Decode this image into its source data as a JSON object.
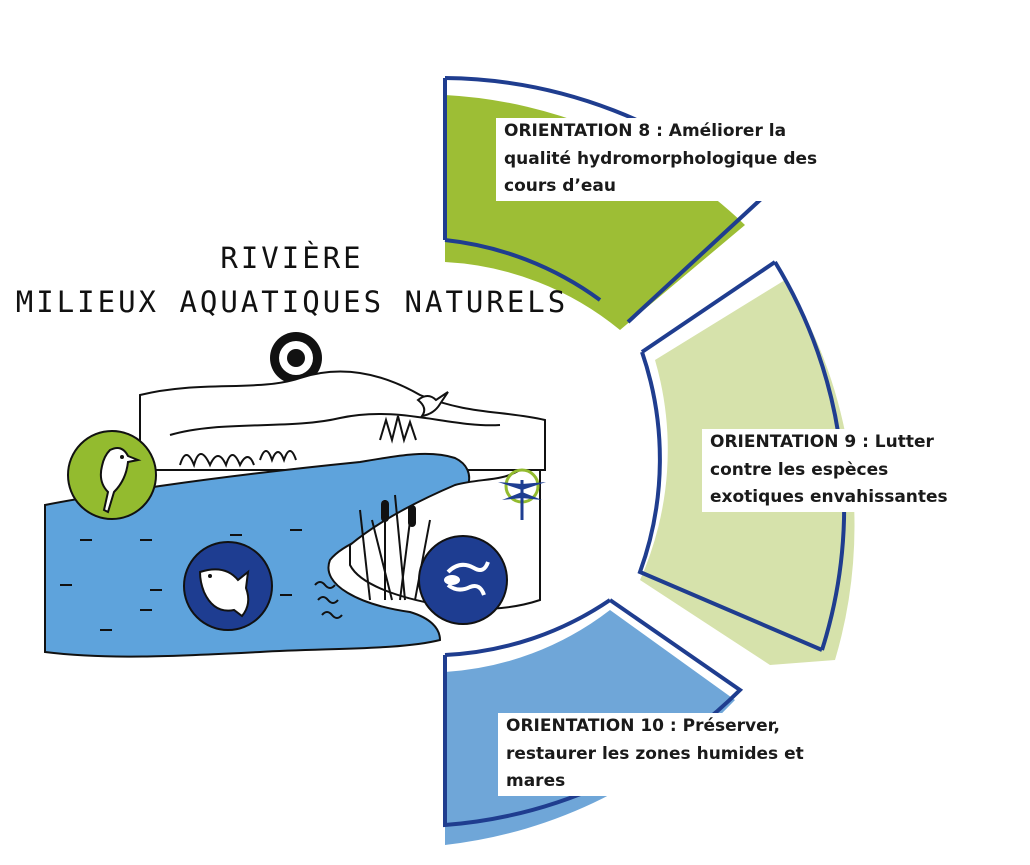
{
  "title": {
    "line1": "RIVIÈRE",
    "line2": "MILIEUX AQUATIQUES NATURELS"
  },
  "colors": {
    "green": "#9dbe35",
    "light_green": "#d6e2ab",
    "blue": "#6fa6d8",
    "outline": "#1f3d8f",
    "water": "#5ea3dc",
    "badge_green": "#93bb2f",
    "badge_navy": "#1e3d91"
  },
  "icons": [
    "target-icon",
    "kingfisher-icon",
    "fish-icon",
    "crayfish-icon",
    "dragonfly-icon",
    "bird-icon"
  ],
  "orientations": [
    {
      "lines": [
        "ORIENTATION 8 : Améliorer la",
        "qualité hydromorphologique des",
        "cours d’eau"
      ]
    },
    {
      "lines": [
        "ORIENTATION 9 : Lutter",
        "contre les espèces",
        "exotiques envahissantes"
      ]
    },
    {
      "lines": [
        "ORIENTATION 10 : Préserver,",
        "restaurer les zones humides et",
        "mares"
      ]
    }
  ]
}
